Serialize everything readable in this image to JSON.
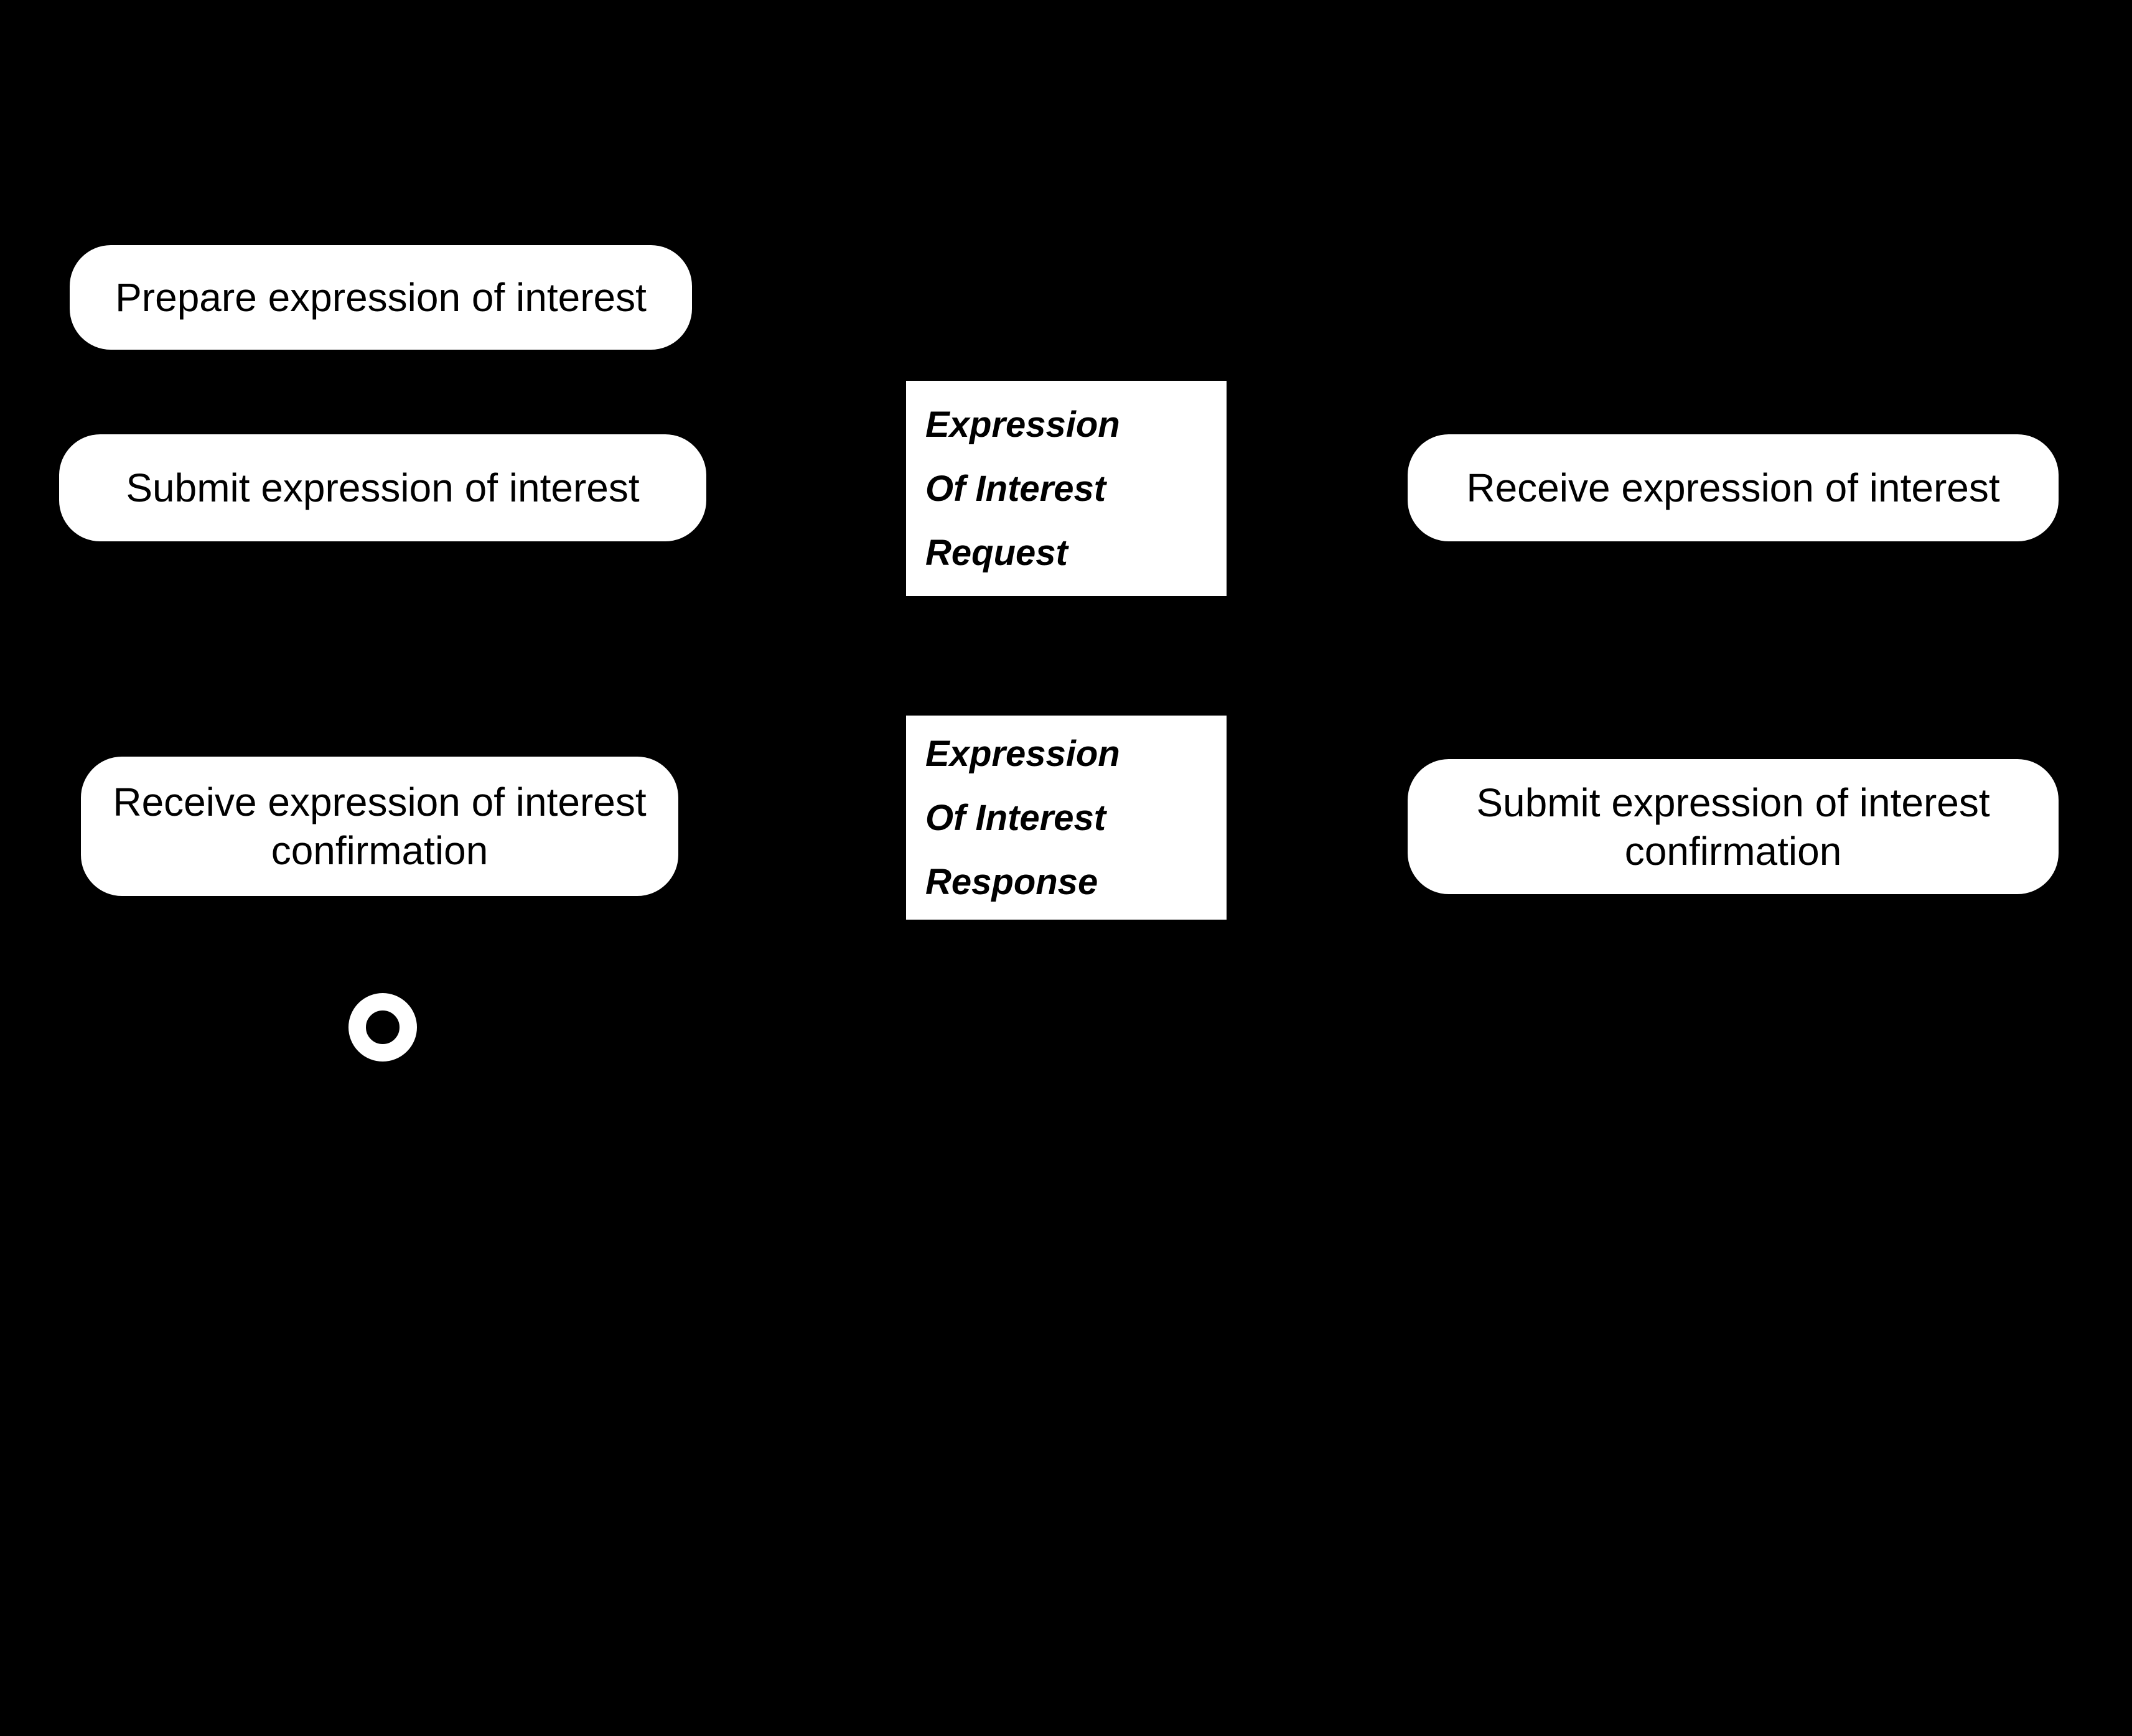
{
  "colors": {
    "background": "#000000",
    "shape_fill": "#ffffff",
    "text": "#000000"
  },
  "buyer": {
    "prepare_task": "Prepare expression of interest",
    "submit_task": "Submit expression of interest",
    "receive_confirmation_task": "Receive expression of interest confirmation"
  },
  "seller": {
    "receive_task": "Receive expression of interest",
    "submit_confirmation_task": "Submit expression of interest confirmation"
  },
  "messages": {
    "request": {
      "lines": [
        "Expression",
        "Of Interest",
        "Request"
      ]
    },
    "response": {
      "lines": [
        "Expression",
        "Of Interest",
        "Response"
      ]
    }
  }
}
